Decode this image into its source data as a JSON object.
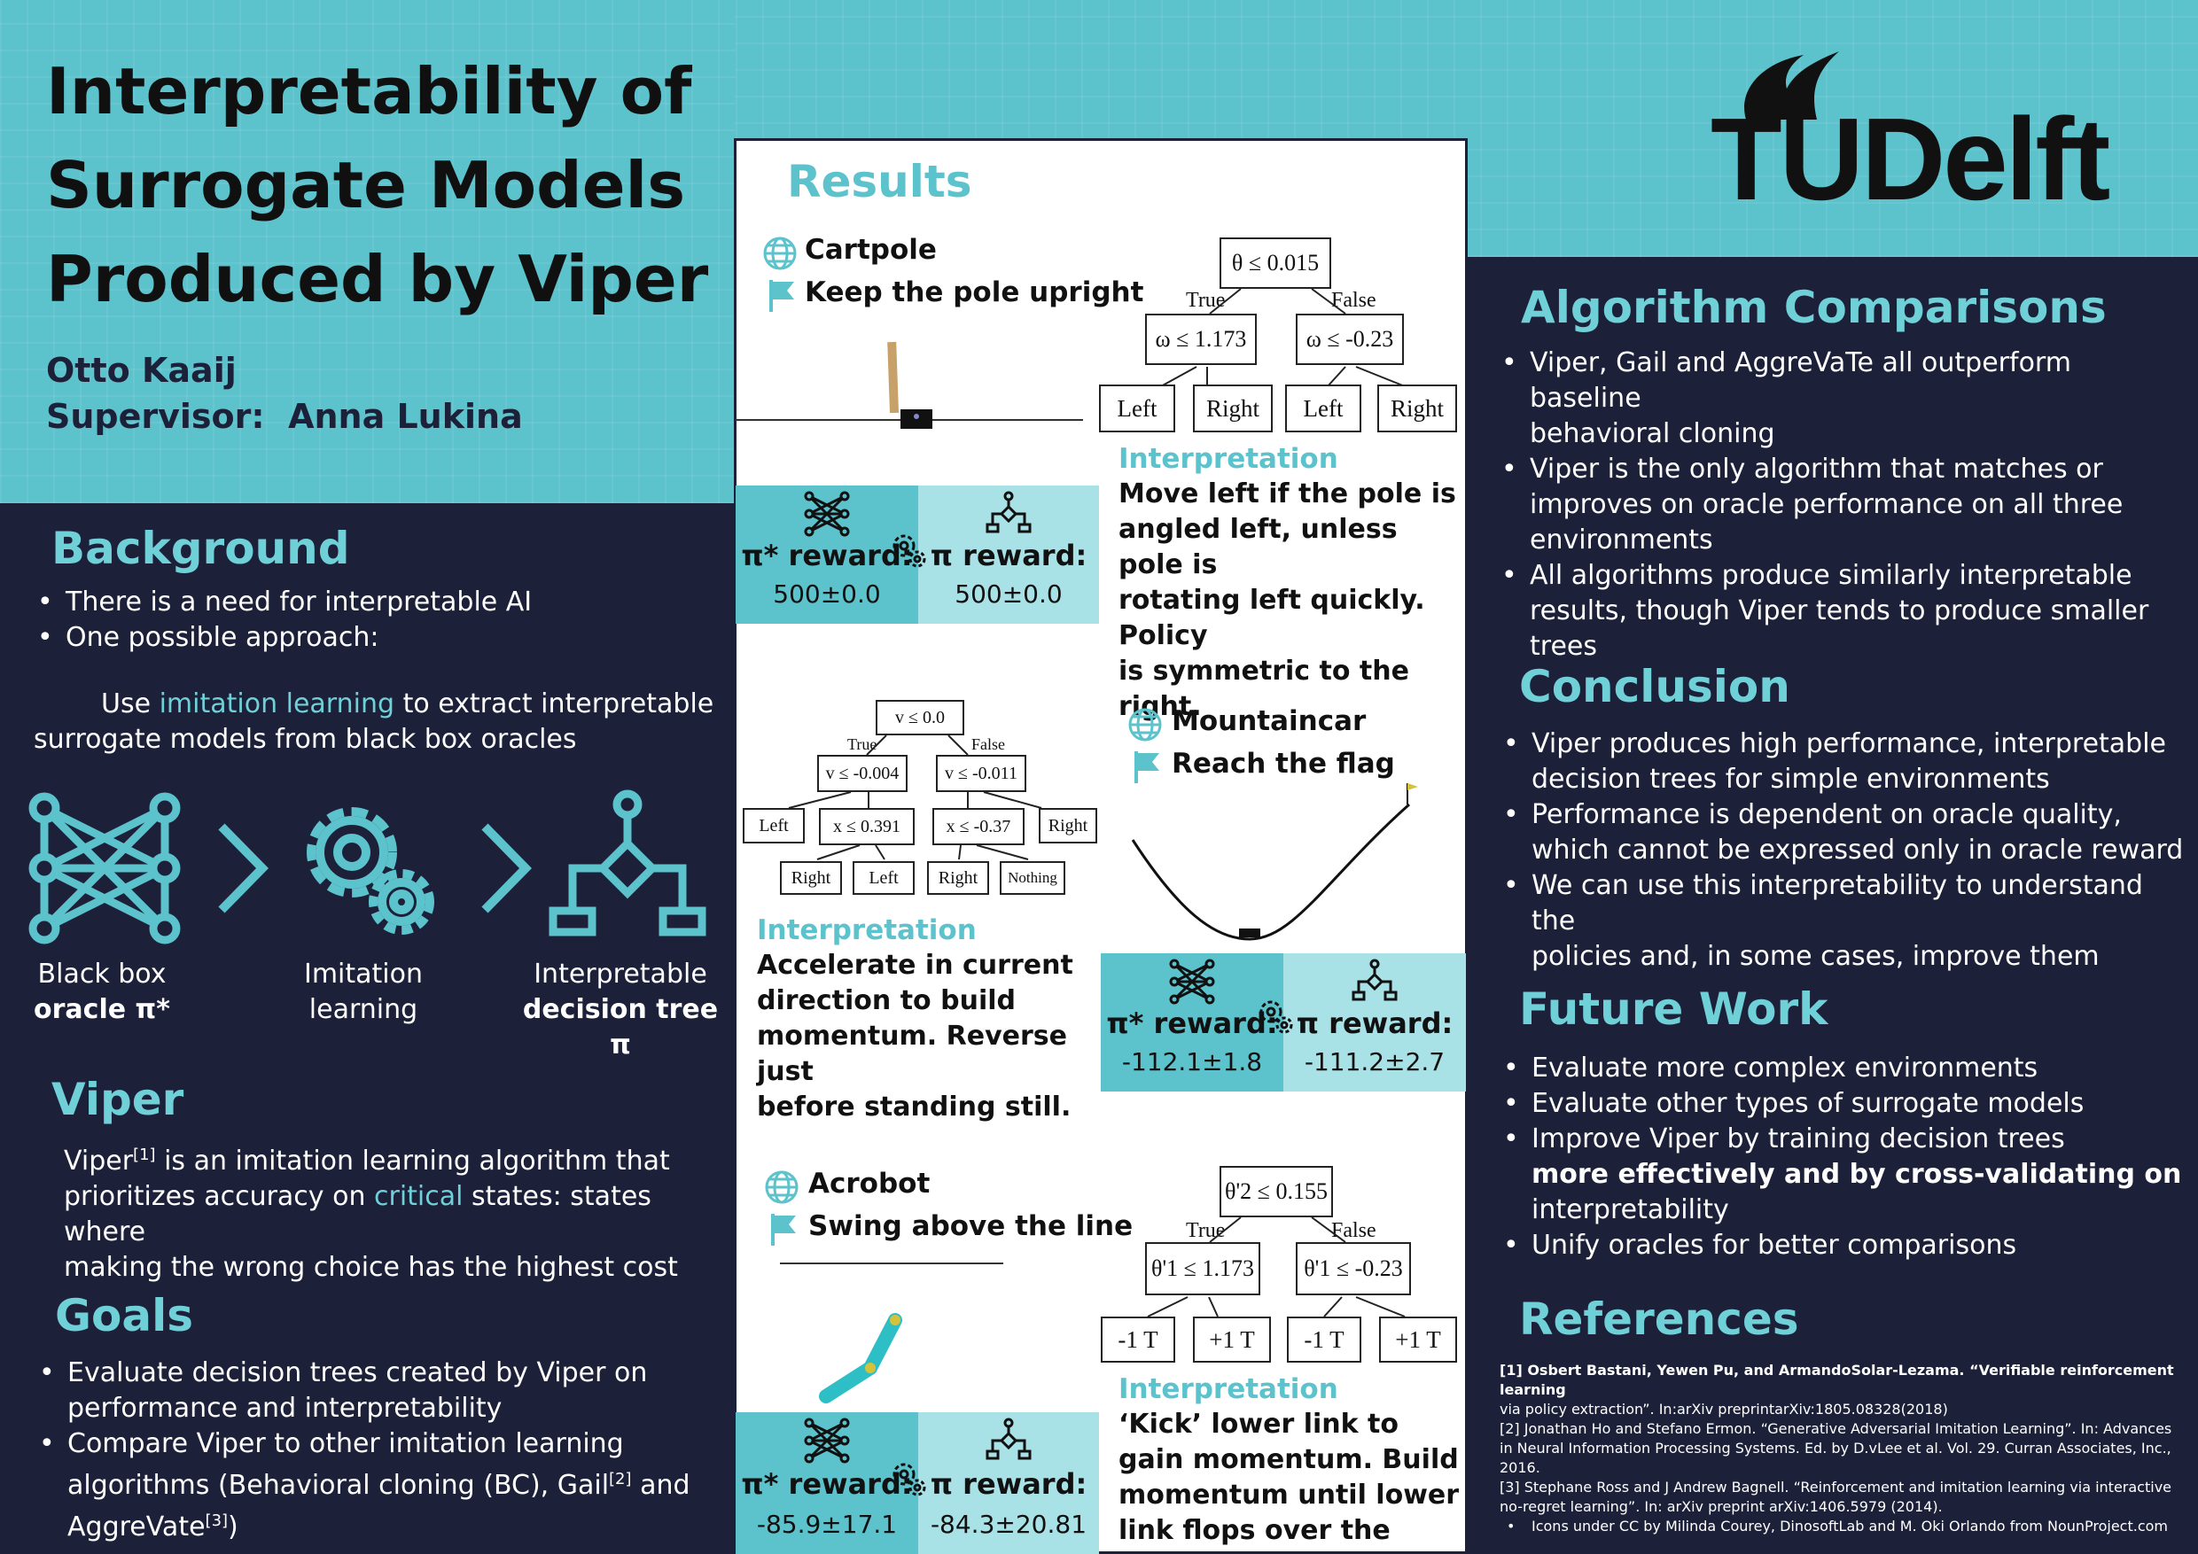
{
  "header": {
    "title_lines": [
      "Interpretability of",
      "Surrogate Models",
      "Produced by Viper"
    ],
    "author": "Otto Kaaij",
    "supervisor_label": "Supervisor:",
    "supervisor": "Anna Lukina",
    "logo_text": "TUDelft"
  },
  "background": {
    "heading": "Background",
    "bullets": [
      "There is a need for interpretable AI",
      "One possible approach:"
    ],
    "approach_pre": "Use ",
    "approach_hl": "imitation learning",
    "approach_post": " to extract interpretable",
    "approach_line2": "surrogate models from black box oracles",
    "icons": [
      {
        "icon": "neural-network-icon",
        "line1": "Black box",
        "line2": "oracle π*"
      },
      {
        "icon": "gears-icon",
        "line1": "Imitation",
        "line2": "learning"
      },
      {
        "icon": "decision-tree-icon",
        "line1": "Interpretable",
        "line2": "decision tree π"
      }
    ]
  },
  "viper": {
    "heading": "Viper",
    "l1_a": "Viper",
    "l1_sup": "[1]",
    "l1_b": " is an imitation learning algorithm that",
    "l2_a": "prioritizes accuracy on ",
    "l2_hl": "critical",
    "l2_b": " states: states where",
    "l3": "making the wrong choice has the highest cost"
  },
  "goals": {
    "heading": "Goals",
    "b1_l1": "Evaluate decision trees created by Viper on",
    "b1_l2": "performance and interpretability",
    "b2_l1": "Compare Viper to other imitation learning",
    "b2_l2a": "algorithms (Behavioral cloning (BC), Gail",
    "b2_sup2": "[2]",
    "b2_l2b": " and",
    "b2_l3a": "AggreVate",
    "b2_sup3": "[3]",
    "b2_l3b": ")"
  },
  "results": {
    "heading": "Results",
    "cartpole": {
      "name": "Cartpole",
      "goal": "Keep the pole upright",
      "tree": {
        "root": "θ ≤ 0.015",
        "true": "True",
        "false": "False",
        "left": "ω ≤ 1.173",
        "right": "ω ≤ -0.23",
        "leaves": [
          "Left",
          "Right",
          "Left",
          "Right"
        ]
      },
      "interp_heading": "Interpretation",
      "interp_lines": [
        "Move left if the pole is",
        "angled left, unless pole is",
        "rotating left quickly. Policy",
        "is symmetric to the right."
      ],
      "oracle_label": "π* reward:",
      "oracle_value": "500±0.0",
      "tree_label": "π reward:",
      "tree_value": "500±0.0"
    },
    "mountaincar": {
      "name": "Mountaincar",
      "goal": "Reach the flag",
      "tree": {
        "root": "v ≤ 0.0",
        "true": "True",
        "false": "False",
        "left": "v ≤ -0.004",
        "right": "v ≤ -0.011",
        "ll": "Left",
        "lr": "x ≤ 0.391",
        "rl": "x ≤ -0.37",
        "rr": "Right",
        "lrl": "Right",
        "lrr": "Left",
        "rll": "Right",
        "rlr": "Nothing"
      },
      "interp_heading": "Interpretation",
      "interp_lines": [
        "Accelerate in current",
        "direction to build",
        "momentum. Reverse just",
        "before standing still."
      ],
      "oracle_label": "π* reward:",
      "oracle_value": "-112.1±1.8",
      "tree_label": "π reward:",
      "tree_value": "-111.2±2.7"
    },
    "acrobot": {
      "name": "Acrobot",
      "goal": "Swing above the line",
      "tree": {
        "root": "θ'2 ≤ 0.155",
        "true": "True",
        "false": "False",
        "left": "θ'1 ≤ 1.173",
        "right": "θ'1 ≤ -0.23",
        "leaves": [
          "-1 T",
          "+1 T",
          "-1 T",
          "+1 T"
        ]
      },
      "interp_heading": "Interpretation",
      "interp_lines": [
        "‘Kick’ lower link to",
        "gain momentum. Build",
        "momentum until lower",
        "link flops over the line."
      ],
      "oracle_label": "π* reward:",
      "oracle_value": "-85.9±17.1",
      "tree_label": "π reward:",
      "tree_value": "-84.3±20.81"
    }
  },
  "algorithm_comparisons": {
    "heading": "Algorithm Comparisons",
    "bullets": [
      [
        "Viper, Gail and AggreVaTe all outperform baseline",
        "behavioral cloning"
      ],
      [
        "Viper is the only algorithm that matches or",
        "improves on oracle performance on all three",
        "environments"
      ],
      [
        "All algorithms produce similarly interpretable",
        "results, though Viper tends to produce smaller",
        "trees"
      ]
    ]
  },
  "conclusion": {
    "heading": "Conclusion",
    "bullets": [
      [
        "Viper produces high performance, interpretable",
        "decision trees for simple environments"
      ],
      [
        "Performance is dependent on oracle quality,",
        "which cannot be expressed only in oracle reward"
      ],
      [
        "We can use this interpretability to understand the",
        "policies and, in some cases, improve them"
      ]
    ]
  },
  "future_work": {
    "heading": "Future Work",
    "b1": "Evaluate more complex environments",
    "b2": "Evaluate other types of surrogate models",
    "b3_l1": "Improve Viper by training decision trees",
    "b3_l2": "more effectively and by cross-validating on",
    "b3_l3": "interpretability",
    "b4": "Unify oracles for better comparisons"
  },
  "references": {
    "heading": "References",
    "r1_l1": "[1] Osbert Bastani, Yewen Pu, and ArmandoSolar-Lezama. “Verifiable reinforcement learning",
    "r1_l2": "via policy extraction”. In:arXiv preprintarXiv:1805.08328(2018)",
    "r2_l1": "[2] Jonathan Ho and Stefano Ermon. “Generative Adversarial Imitation Learning”. In: Advances",
    "r2_l2": "in Neural Information Processing Systems. Ed. by D.vLee et al. Vol. 29. Curran Associates, Inc.,",
    "r2_l3": "2016.",
    "r3_l1": "[3] Stephane Ross and J Andrew Bagnell. “Reinforcement and imitation learning via interactive",
    "r3_l2": "no-regret learning”. In: arXiv preprint arXiv:1406.5979 (2014).",
    "icons_note": "Icons under CC by Milinda Courey, DinosoftLab and M. Oki Orlando from NounProject.com"
  },
  "colors": {
    "teal": "#5cc2cc",
    "light_teal": "#a8e1e6",
    "navy": "#1c2038",
    "heading": "#6fd0d8"
  }
}
